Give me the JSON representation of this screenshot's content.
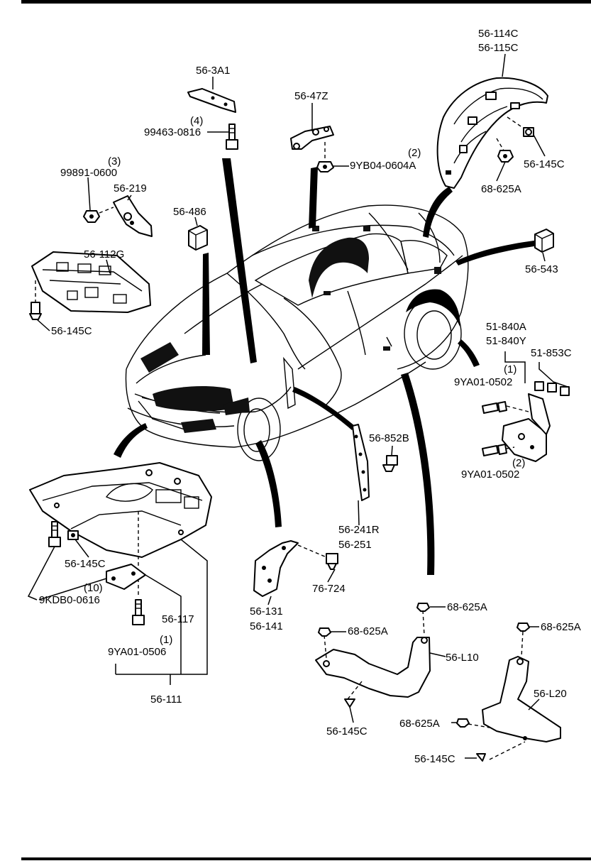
{
  "callouts": {
    "p56_3a1": "56-3A1",
    "qty_4": "(4)",
    "p99463_0816": "99463-0816",
    "p56_47z": "56-47Z",
    "qty_2a": "(2)",
    "p9yb04_0604a": "9YB04-0604A",
    "p56_114c": "56-114C",
    "p56_115c": "56-115C",
    "p56_145c_a": "56-145C",
    "p68_625a_a": "68-625A",
    "qty_3": "(3)",
    "p99891_0600": "99891-0600",
    "p56_219": "56-219",
    "p56_486": "56-486",
    "p56_543": "56-543",
    "p56_112g": "56-112G",
    "p56_145c_b": "56-145C",
    "p51_840a": "51-840A",
    "p51_840y": "51-840Y",
    "p51_853c": "51-853C",
    "qty_1a": "(1)",
    "p9ya01_0502_a": "9YA01-0502",
    "p56_852b": "56-852B",
    "qty_2b": "(2)",
    "p9ya01_0502_b": "9YA01-0502",
    "p56_241r": "56-241R",
    "p56_251": "56-251",
    "p56_145c_c": "56-145C",
    "qty_10": "(10)",
    "p9kdb0_0616": "9KDB0-0616",
    "p56_117": "56-117",
    "qty_1b": "(1)",
    "p9ya01_0506": "9YA01-0506",
    "p56_111": "56-111",
    "p76_724": "76-724",
    "p56_131": "56-131",
    "p56_141": "56-141",
    "p68_625a_b": "68-625A",
    "p68_625a_c": "68-625A",
    "p56_l10": "56-L10",
    "p68_625a_d": "68-625A",
    "p56_l20": "56-L20",
    "p56_145c_d": "56-145C",
    "p68_625a_e": "68-625A",
    "p56_145c_e": "56-145C"
  }
}
